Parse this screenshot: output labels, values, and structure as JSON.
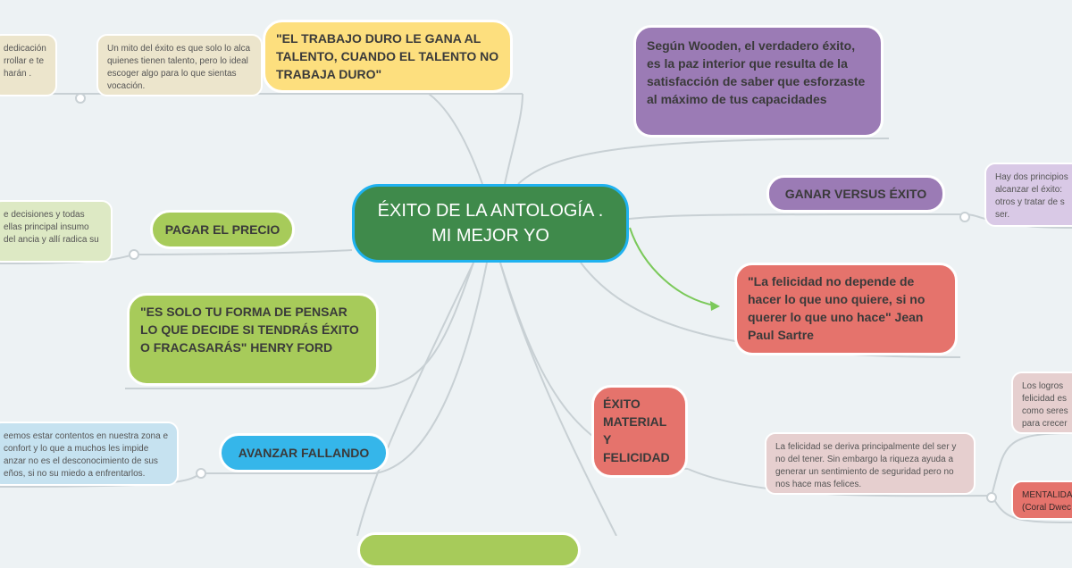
{
  "central": {
    "title": "ÉXITO DE LA ANTOLOGÍA . MI MEJOR YO",
    "border_color": "#1fb2f0",
    "fill_color": "#3f8a4b"
  },
  "topics": {
    "trabajo_duro": "\"EL TRABAJO DURO LE GANA AL TALENTO, CUANDO EL TALENTO NO TRABAJA DURO\"",
    "wooden": "Según Wooden, el verdadero éxito, es la paz interior que resulta de la satisfacción de saber que esforzaste al máximo de tus capacidades",
    "ganar": "GANAR VERSUS ÉXITO",
    "sartre": "\"La felicidad no depende de hacer lo que uno quiere, si no querer lo que uno hace\" Jean Paul Sartre",
    "pagar": "PAGAR EL PRECIO",
    "henry_ford": "\"ES SOLO TU FORMA DE PENSAR LO QUE DECIDE SI TENDRÁS ÉXITO O FRACASARÁS\" HENRY FORD",
    "material": "ÉXITO MATERIAL Y FELICIDAD",
    "avanzar": "AVANZAR FALLANDO"
  },
  "notes": {
    "mito": "Un mito del éxito es que solo lo alca quienes tienen talento, pero lo ideal escoger algo para lo que sientas vocación.",
    "dedicacion": "dedicación rrollar e te harán .",
    "decisiones": "e decisiones y todas ellas principal insumo del ancia y allí radica su",
    "principios": "Hay dos principios alcanzar el éxito: otros y tratar de s ser.",
    "felicidad_ser": "La felicidad se deriva principalmente del ser y no del tener. Sin embargo la riqueza ayuda a generar un sentimiento de seguridad pero no nos hace mas felices.",
    "logros": "Los logros felicidad es como seres para crecer",
    "mentalidad": "MENTALIDA (Coral Dwec",
    "zona": "eemos estar contentos en nuestra zona e confort y lo que a muchos les impide anzar no es el desconocimiento de sus eños, si no su miedo a enfrentarlos."
  },
  "colors": {
    "yellow": "#fddf7e",
    "purple": "#9b7bb5",
    "red": "#e5736c",
    "green": "#a7cb5a",
    "blue": "#35b6ea",
    "tan_note": "#ece5cc",
    "lavender_note": "#d9c9e6",
    "pink_note": "#e6cfcf",
    "green_note": "#dde9c4",
    "blue_note": "#c6e2f0",
    "red_note": "#e5736c"
  }
}
